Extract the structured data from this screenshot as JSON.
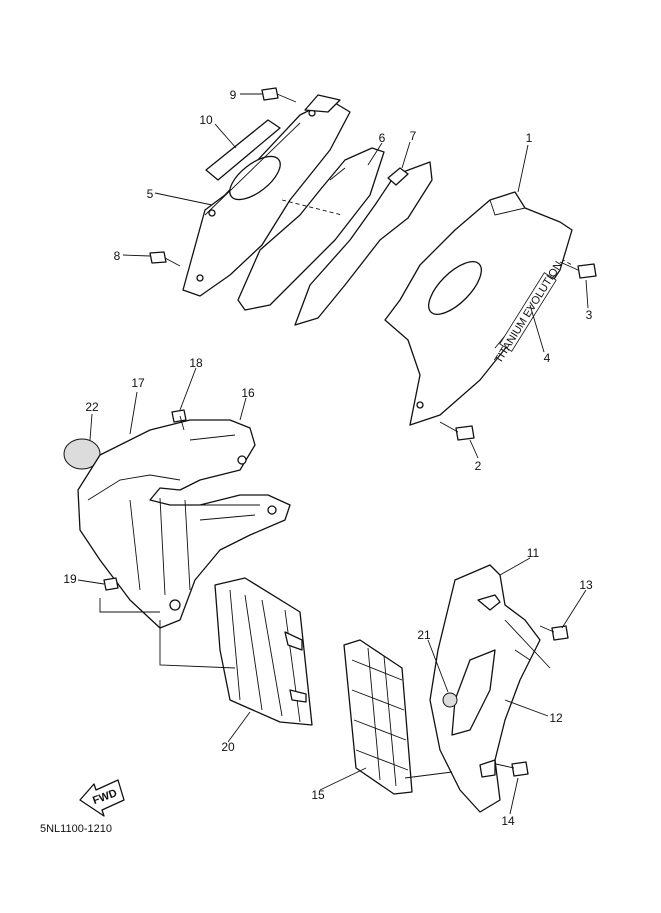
{
  "diagram_code": "5NL1100-1210",
  "fwd_label": "FWD",
  "brand_text": "TITANIUM EVOLUTION",
  "callouts": [
    "1",
    "2",
    "3",
    "4",
    "5",
    "6",
    "7",
    "8",
    "9",
    "10",
    "11",
    "12",
    "13",
    "14",
    "15",
    "16",
    "17",
    "18",
    "19",
    "20",
    "21",
    "22"
  ]
}
